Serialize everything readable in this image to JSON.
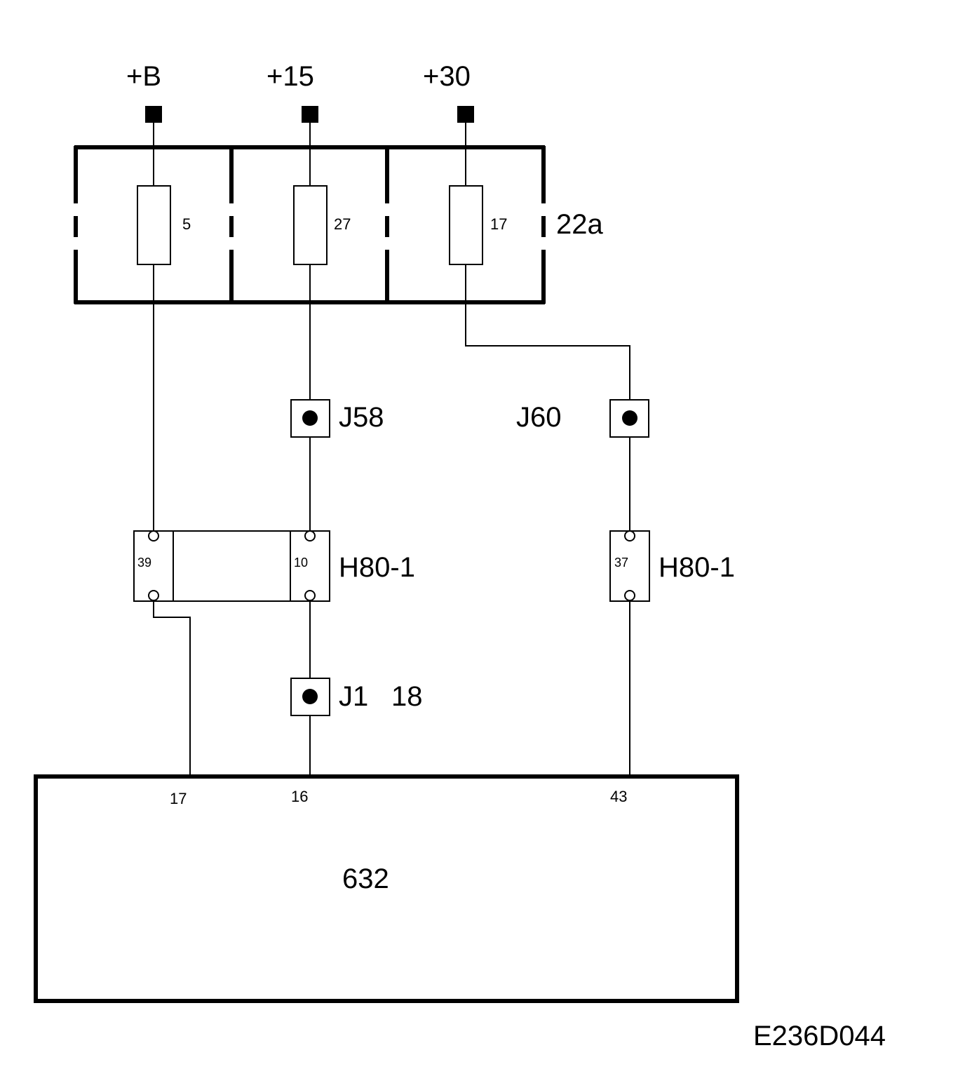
{
  "supplies": {
    "b": "+B",
    "ign15": "+15",
    "bat30": "+30"
  },
  "fuse_box": {
    "label": "22a",
    "fuses": [
      "5",
      "27",
      "17"
    ]
  },
  "junctions": {
    "j58": "J58",
    "j60": "J60",
    "j1": "J1",
    "j1_pin": "18"
  },
  "connectors": {
    "h80_left": {
      "label": "H80-1",
      "pins": [
        "39",
        "10"
      ]
    },
    "h80_right": {
      "label": "H80-1",
      "pin": "37"
    }
  },
  "module": {
    "label": "632",
    "pins": [
      "17",
      "16",
      "43"
    ]
  },
  "figure_id": "E236D044"
}
